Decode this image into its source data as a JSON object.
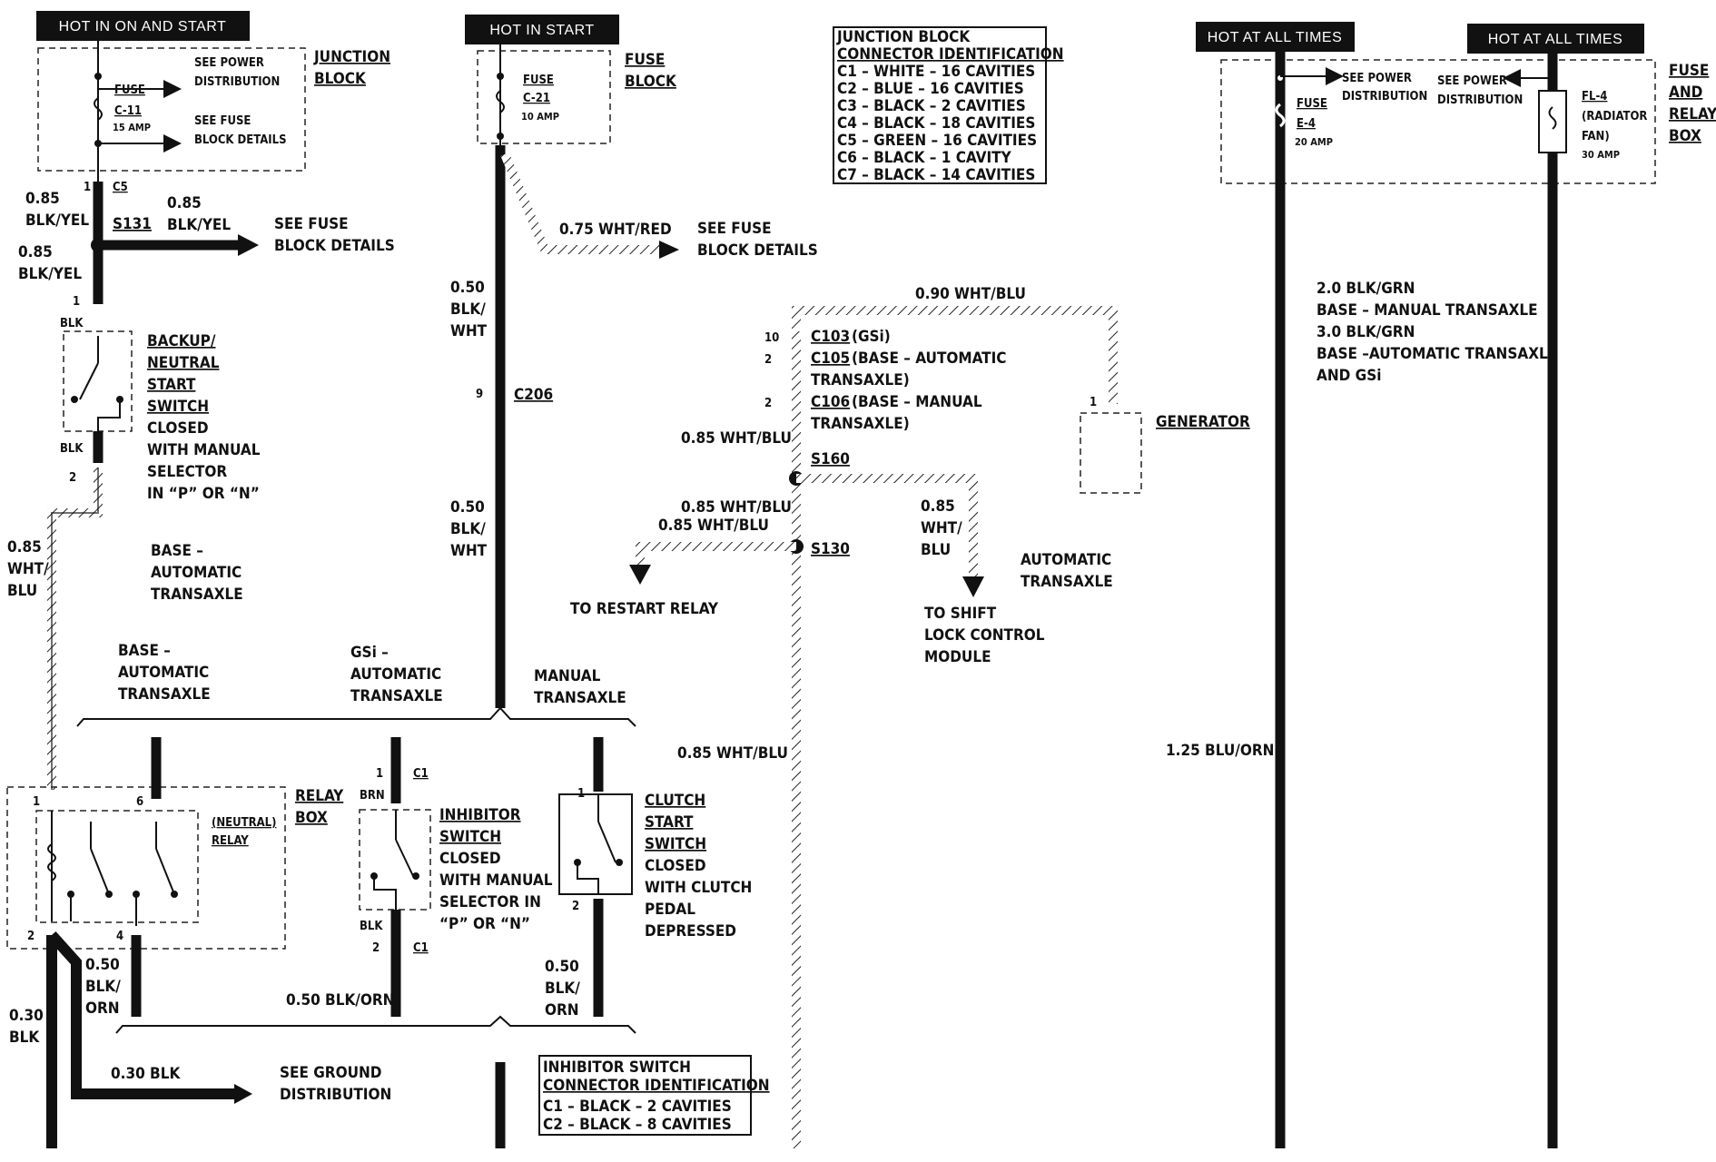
{
  "headers": {
    "hot_on_start": "HOT IN ON AND START",
    "hot_start": "HOT IN START",
    "hot_all_1": "HOT AT ALL TIMES",
    "hot_all_2": "HOT AT ALL TIMES"
  },
  "junction_block": {
    "label_1": "JUNCTION",
    "label_2": "BLOCK",
    "see_power_1": "SEE POWER",
    "see_power_2": "DISTRIBUTION",
    "fuse": "FUSE",
    "fuse_id": "C-11",
    "fuse_amp": "15 AMP",
    "see_fuse_1": "SEE FUSE",
    "see_fuse_2": "BLOCK DETAILS"
  },
  "left_column": {
    "c5_pin": "1",
    "c5": "C5",
    "w1_a": "0.85",
    "w1_b": "BLK/YEL",
    "s131": "S131",
    "w2_a": "0.85",
    "w2_b": "BLK/YEL",
    "w3_a": "0.85",
    "w3_b": "BLK/YEL",
    "see_fuse_1": "SEE FUSE",
    "see_fuse_2": "BLOCK DETAILS",
    "pin1": "1",
    "blk1": "BLK",
    "backup_1": "BACKUP/",
    "backup_2": "NEUTRAL",
    "backup_3": "START",
    "backup_4": "SWITCH",
    "backup_5": "CLOSED",
    "backup_6": "WITH MANUAL",
    "backup_7": "SELECTOR",
    "backup_8": "IN “P” OR “N”",
    "blk2": "BLK",
    "pin2": "2",
    "w4_a": "0.85",
    "w4_b": "WHT/",
    "w4_c": "BLU",
    "base_1": "BASE –",
    "base_2": "AUTOMATIC",
    "base_3": "TRANSAXLE"
  },
  "fuse_block": {
    "label_1": "FUSE",
    "label_2": "BLOCK",
    "fuse": "FUSE",
    "fuse_id": "C-21",
    "fuse_amp": "10 AMP",
    "w_a": "0.75 WHT/RED",
    "see_1": "SEE FUSE",
    "see_2": "BLOCK DETAILS",
    "w1_a": "0.50",
    "w1_b": "BLK/",
    "w1_c": "WHT",
    "c206_pin": "9",
    "c206": "C206",
    "w2_a": "0.50",
    "w2_b": "BLK/",
    "w2_c": "WHT"
  },
  "connector_table": {
    "title_1": "JUNCTION BLOCK",
    "title_2": "CONNECTOR IDENTIFICATION",
    "rows": [
      "C1 – WHITE – 16 CAVITIES",
      "C2 – BLUE – 16 CAVITIES",
      "C3 – BLACK – 2 CAVITIES",
      "C4 – BLACK – 18 CAVITIES",
      "C5 – GREEN – 16 CAVITIES",
      "C6 – BLACK – 1 CAVITY",
      "C7 – BLACK – 14 CAVITIES"
    ]
  },
  "generator_area": {
    "w_top": "0.90 WHT/BLU",
    "pin10": "10",
    "c103": "C103",
    "c103_note": "(GSi)",
    "pin2a": "2",
    "c105": "C105",
    "c105_note_1": "(BASE – AUTOMATIC",
    "c105_note_2": "TRANSAXLE)",
    "pin2b": "2",
    "c106": "C106",
    "c106_note_1": "(BASE – MANUAL",
    "c106_note_2": "TRANSAXLE)",
    "gen_pin": "1",
    "generator": "GENERATOR",
    "w085_1": "0.85 WHT/BLU",
    "s160": "S160",
    "w085_2": "0.85 WHT/BLU",
    "w085_3": "0.85 WHT/BLU",
    "s130": "S130",
    "w_shift_a": "0.85",
    "w_shift_b": "WHT/",
    "w_shift_c": "BLU",
    "auto_1": "AUTOMATIC",
    "auto_2": "TRANSAXLE",
    "restart": "TO RESTART RELAY",
    "shift_1": "TO SHIFT",
    "shift_2": "LOCK CONTROL",
    "shift_3": "MODULE",
    "w085_4": "0.85 WHT/BLU"
  },
  "fuse_relay_box": {
    "label_1": "FUSE",
    "label_2": "AND",
    "label_3": "RELAY",
    "label_4": "BOX",
    "see_power_1a": "SEE POWER",
    "see_power_1b": "DISTRIBUTION",
    "see_power_2a": "SEE POWER",
    "see_power_2b": "DISTRIBUTION",
    "fuse": "FUSE",
    "fuse_id": "E-4",
    "fuse_amp": "20 AMP",
    "fl": "FL-4",
    "fl_note_1": "(RADIATOR",
    "fl_note_2": "FAN)",
    "fl_amp": "30 AMP",
    "note_1": "2.0 BLK/GRN",
    "note_2": "BASE – MANUAL TRANSAXLE",
    "note_3": "3.0 BLK/GRN",
    "note_4": "BASE –AUTOMATIC TRANSAXLE",
    "note_5": "AND GSi",
    "w_blu_orn": "1.25 BLU/ORN"
  },
  "bottom_section": {
    "base_a1": "BASE –",
    "base_a2": "AUTOMATIC",
    "base_a3": "TRANSAXLE",
    "gsi_1": "GSi –",
    "gsi_2": "AUTOMATIC",
    "gsi_3": "TRANSAXLE",
    "man_1": "MANUAL",
    "man_2": "TRANSAXLE",
    "relay_box_1": "RELAY",
    "relay_box_2": "BOX",
    "neutral_relay_1": "(NEUTRAL)",
    "neutral_relay_2": "RELAY",
    "rb_pin1": "1",
    "rb_pin6": "6",
    "rb_pin2": "2",
    "rb_pin4": "4",
    "w050_a": "0.50",
    "w050_b": "BLK/",
    "w050_c": "ORN",
    "w030_a": "0.30",
    "w030_b": "BLK",
    "w030_c": "0.30 BLK",
    "see_ground_1": "SEE GROUND",
    "see_ground_2": "DISTRIBUTION",
    "inh_pin1": "1",
    "inh_c1a": "C1",
    "inh_brn": "BRN",
    "inhibitor_1": "INHIBITOR",
    "inhibitor_2": "SWITCH",
    "inhibitor_3": "CLOSED",
    "inhibitor_4": "WITH MANUAL",
    "inhibitor_5": "SELECTOR IN",
    "inhibitor_6": "“P” OR “N”",
    "inh_blk": "BLK",
    "inh_pin2": "2",
    "inh_c1b": "C1",
    "inh_w": "0.50 BLK/ORN",
    "clutch_1": "CLUTCH",
    "clutch_2": "START",
    "clutch_3": "SWITCH",
    "clutch_4": "CLOSED",
    "clutch_5": "WITH CLUTCH",
    "clutch_6": "PEDAL",
    "clutch_7": "DEPRESSED",
    "cl_pin1": "1",
    "cl_pin2": "2",
    "cl_w_a": "0.50",
    "cl_w_b": "BLK/",
    "cl_w_c": "ORN"
  },
  "inhibitor_table": {
    "title_1": "INHIBITOR SWITCH",
    "title_2": "CONNECTOR IDENTIFICATION",
    "rows": [
      "C1 – BLACK – 2 CAVITIES",
      "C2 – BLACK – 8 CAVITIES"
    ]
  }
}
